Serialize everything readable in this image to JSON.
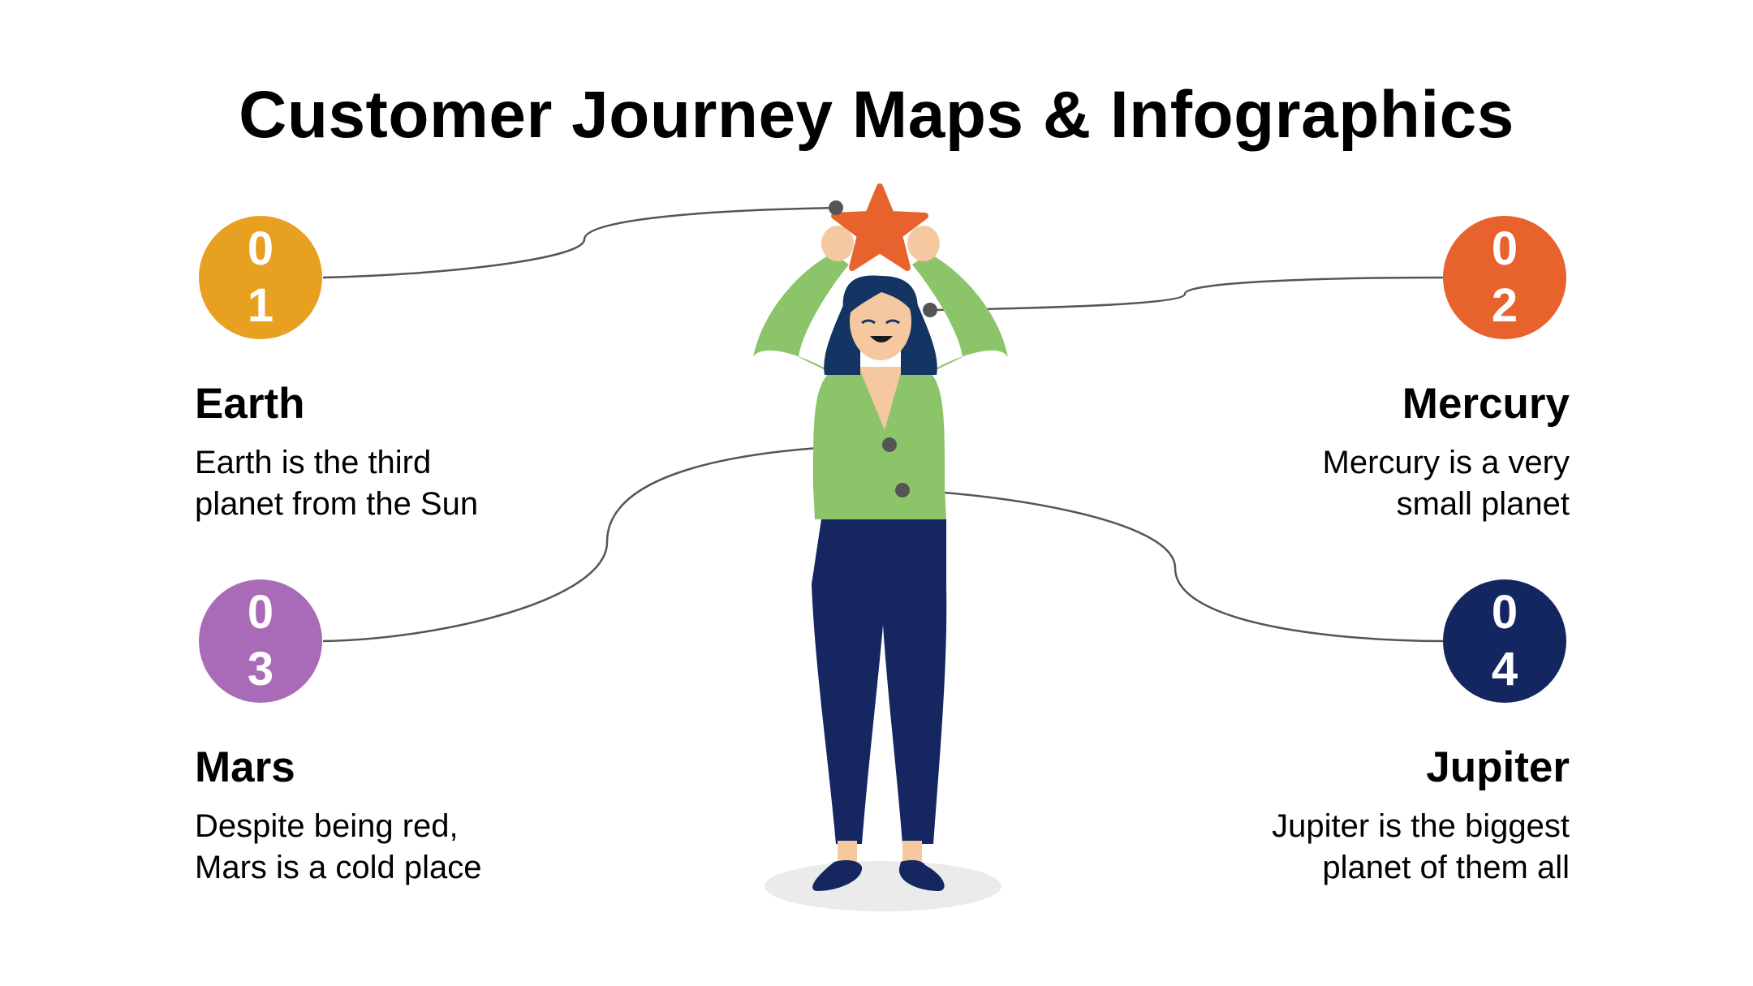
{
  "title": "Customer Journey Maps & Infographics",
  "items": [
    {
      "digits": [
        "0",
        "1"
      ],
      "title": "Earth",
      "lines": [
        "Earth is the third",
        "planet from the Sun"
      ],
      "color": "#E8A020"
    },
    {
      "digits": [
        "0",
        "2"
      ],
      "title": "Mercury",
      "lines": [
        "Mercury is a very",
        "small planet"
      ],
      "color": "#E8622E"
    },
    {
      "digits": [
        "0",
        "3"
      ],
      "title": "Mars",
      "lines": [
        "Despite being red,",
        "Mars is a cold place"
      ],
      "color": "#A96BB8"
    },
    {
      "digits": [
        "0",
        "4"
      ],
      "title": "Jupiter",
      "lines": [
        "Jupiter is the biggest",
        "planet of them all"
      ],
      "color": "#142660"
    }
  ],
  "figure": {
    "skin": "#F5C8A0",
    "hair": "#143464",
    "shirt": "#8CC46A",
    "pants": "#152660",
    "star": "#E8622E",
    "shadow": "#EBEBEB",
    "connector": "#555555"
  }
}
